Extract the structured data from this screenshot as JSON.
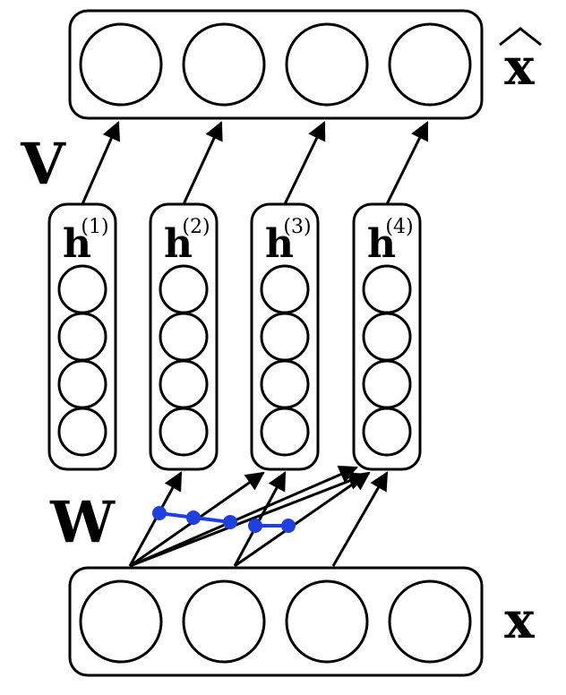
{
  "labels": {
    "output": "x",
    "input": "x",
    "decoder_weight": "V",
    "encoder_weight": "W"
  },
  "hidden_groups": [
    {
      "letter": "h",
      "superscript": "(1)"
    },
    {
      "letter": "h",
      "superscript": "(2)"
    },
    {
      "letter": "h",
      "superscript": "(3)"
    },
    {
      "letter": "h",
      "superscript": "(4)"
    }
  ],
  "colors": {
    "stroke": "#000000",
    "tied_weights": "#1f3fe0"
  },
  "icons": {
    "output_hat": "hat-accent"
  }
}
